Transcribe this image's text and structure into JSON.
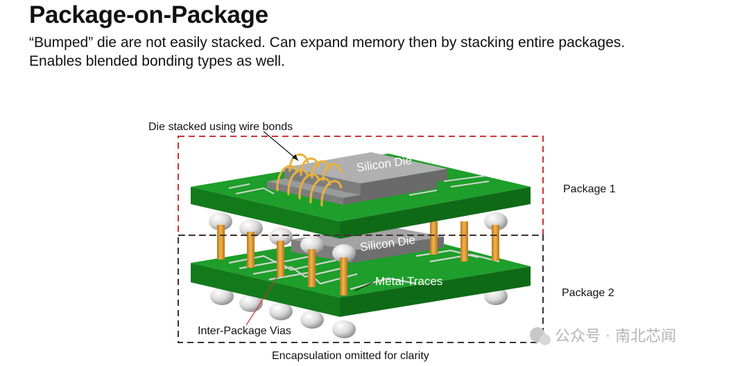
{
  "title": "Package-on-Package",
  "subtitle_lines": [
    "“Bumped” die are not easily stacked. Can expand memory then by stacking entire packages.",
    "Enables blended bonding types as well."
  ],
  "diagram": {
    "labels": {
      "wire_bonds": "Die stacked using wire bonds",
      "top_die": "Silicon Die",
      "bottom_die": "Silicon Die",
      "package1": "Package 1",
      "package2": "Package 2",
      "metal_traces": "Metal Traces",
      "inter_package_vias": "Inter-Package Vias",
      "caption": "Encapsulation omitted for clarity"
    },
    "watermark": "公众号 · 南北芯闻",
    "colors": {
      "pcb_top": "#1e9e2a",
      "pcb_side": "#137a1c",
      "trace": "#cfd6cf",
      "die": "#8f8f8f",
      "via": "#e4a23a",
      "wire": "#e9b23b",
      "package1_box": "#cc3333",
      "package2_box": "#333333"
    }
  }
}
